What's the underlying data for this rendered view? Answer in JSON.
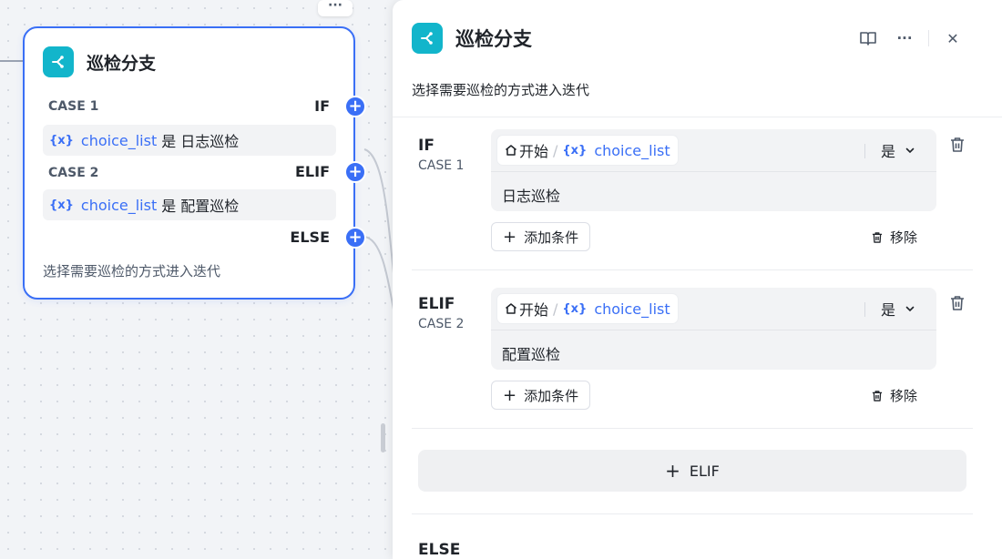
{
  "node": {
    "more_label": "···",
    "title": "巡检分支",
    "case1_label": "CASE 1",
    "case2_label": "CASE 2",
    "if_label": "IF",
    "elif_label": "ELIF",
    "else_label": "ELSE",
    "conditions": [
      {
        "var_symbol": "{x}",
        "var_name": "choice_list",
        "operator": "是",
        "value": "日志巡检"
      },
      {
        "var_symbol": "{x}",
        "var_name": "choice_list",
        "operator": "是",
        "value": "配置巡检"
      }
    ],
    "port_symbol": "+",
    "description": "选择需要巡检的方式进入迭代"
  },
  "panel": {
    "title": "巡检分支",
    "description": "选择需要巡检的方式进入迭代",
    "actions": {
      "doc_icon": "book-icon",
      "more_label": "···",
      "close_label": "✕"
    },
    "cases": [
      {
        "type": "IF",
        "case": "CASE 1",
        "source": "开始",
        "var_symbol": "{x}",
        "var_name": "choice_list",
        "operator": "是",
        "value": "日志巡检",
        "add_condition": "添加条件",
        "remove": "移除"
      },
      {
        "type": "ELIF",
        "case": "CASE 2",
        "source": "开始",
        "var_symbol": "{x}",
        "var_name": "choice_list",
        "operator": "是",
        "value": "配置巡检",
        "add_condition": "添加条件",
        "remove": "移除"
      }
    ],
    "add_elif": "ELIF",
    "else_label": "ELSE"
  },
  "colors": {
    "accent": "#3a6ff6",
    "icon_bg": "#12b5cb"
  }
}
